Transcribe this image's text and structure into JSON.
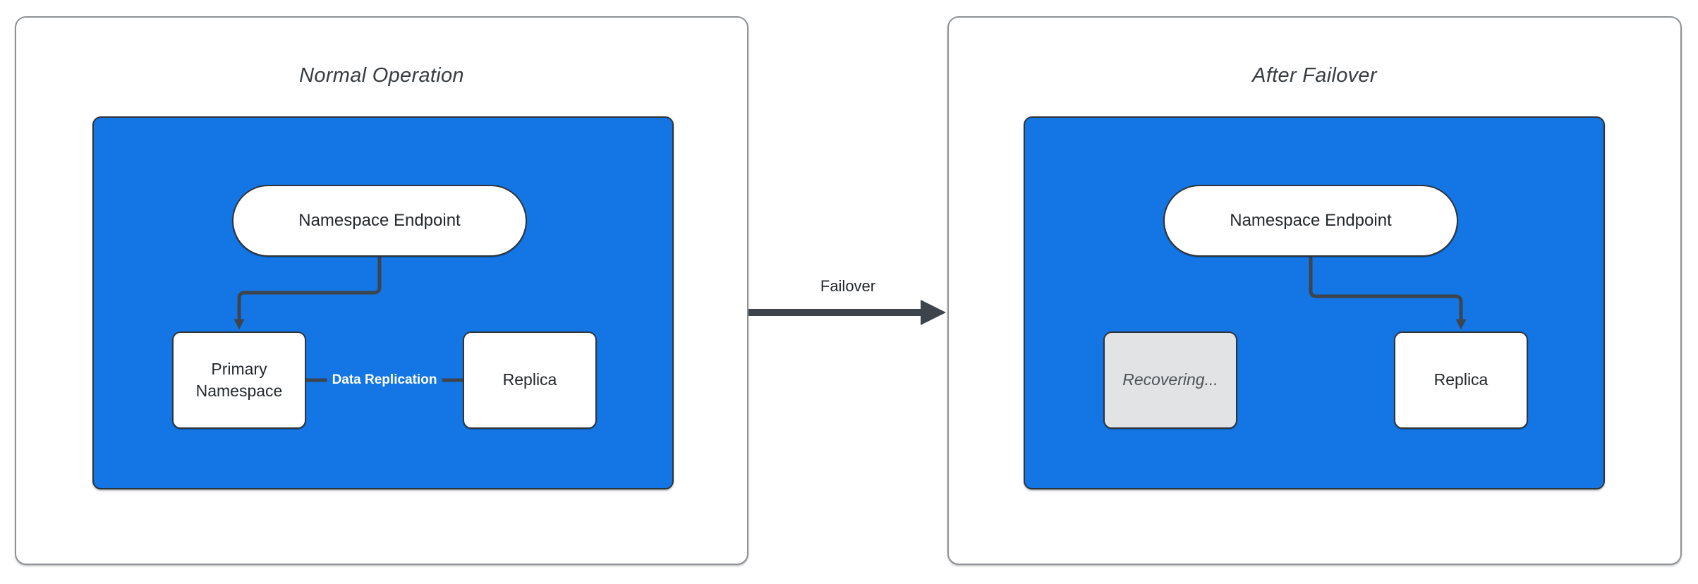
{
  "panels": [
    {
      "title": "Normal Operation",
      "endpoint": "Namespace Endpoint",
      "primary": "Primary Namespace",
      "replica": "Replica",
      "edge_label": "Data Replication"
    },
    {
      "title": "After Failover",
      "endpoint": "Namespace Endpoint",
      "recovering": "Recovering...",
      "replica": "Replica"
    }
  ],
  "transition": {
    "label": "Failover"
  },
  "colors": {
    "accent": "#1476E4",
    "node-border": "#2E343A",
    "line": "#3D444C",
    "panel-border": "#8E9296",
    "title-text": "#383D43",
    "node-text": "#24282C",
    "muted-fill": "#E2E3E5",
    "muted-text": "#4D5359",
    "edge-label-text": "#FFFFFF",
    "page-bg": "#FFFFFF"
  }
}
